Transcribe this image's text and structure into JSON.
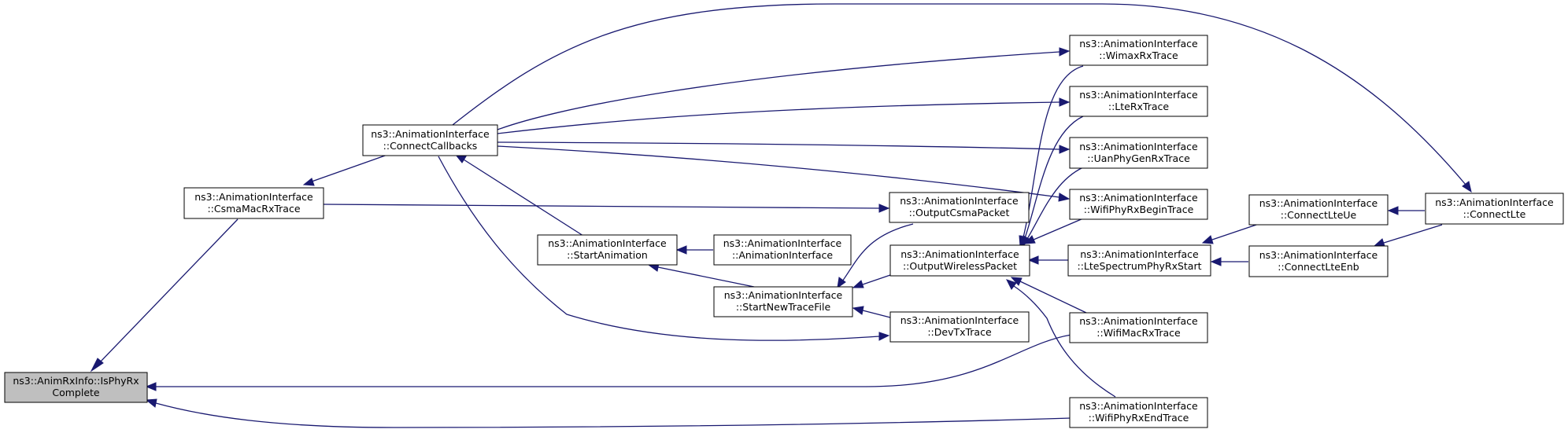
{
  "graph": {
    "nodes": {
      "isphyrx": {
        "l1": "ns3::AnimRxInfo::IsPhyRx",
        "l2": "Complete"
      },
      "csmamacrx": {
        "l1": "ns3::AnimationInterface",
        "l2": "::CsmaMacRxTrace"
      },
      "connectcallbacks": {
        "l1": "ns3::AnimationInterface",
        "l2": "::ConnectCallbacks"
      },
      "startanimation": {
        "l1": "ns3::AnimationInterface",
        "l2": "::StartAnimation"
      },
      "animinterface": {
        "l1": "ns3::AnimationInterface",
        "l2": "::AnimationInterface"
      },
      "startnewtracefile": {
        "l1": "ns3::AnimationInterface",
        "l2": "::StartNewTraceFile"
      },
      "outputcsmapacket": {
        "l1": "ns3::AnimationInterface",
        "l2": "::OutputCsmaPacket"
      },
      "outputwireless": {
        "l1": "ns3::AnimationInterface",
        "l2": "::OutputWirelessPacket"
      },
      "devtxtrace": {
        "l1": "ns3::AnimationInterface",
        "l2": "::DevTxTrace"
      },
      "wimaxrx": {
        "l1": "ns3::AnimationInterface",
        "l2": "::WimaxRxTrace"
      },
      "lterx": {
        "l1": "ns3::AnimationInterface",
        "l2": "::LteRxTrace"
      },
      "uanphygenrx": {
        "l1": "ns3::AnimationInterface",
        "l2": "::UanPhyGenRxTrace"
      },
      "wifiphyrxbegin": {
        "l1": "ns3::AnimationInterface",
        "l2": "::WifiPhyRxBeginTrace"
      },
      "ltespectrum": {
        "l1": "ns3::AnimationInterface",
        "l2": "::LteSpectrumPhyRxStart"
      },
      "wifimacrx": {
        "l1": "ns3::AnimationInterface",
        "l2": "::WifiMacRxTrace"
      },
      "wifiphyrxend": {
        "l1": "ns3::AnimationInterface",
        "l2": "::WifiPhyRxEndTrace"
      },
      "connectlteue": {
        "l1": "ns3::AnimationInterface",
        "l2": "::ConnectLteUe"
      },
      "connectlteenb": {
        "l1": "ns3::AnimationInterface",
        "l2": "::ConnectLteEnb"
      },
      "connectlte": {
        "l1": "ns3::AnimationInterface",
        "l2": "::ConnectLte"
      }
    },
    "edges": [
      {
        "from": "csmamacrx",
        "to": "isphyrx"
      },
      {
        "from": "wifimacrx",
        "to": "isphyrx"
      },
      {
        "from": "wifiphyrxend",
        "to": "isphyrx"
      },
      {
        "from": "connectcallbacks",
        "to": "csmamacrx"
      },
      {
        "from": "csmamacrx",
        "to": "outputcsmapacket"
      },
      {
        "from": "startanimation",
        "to": "connectcallbacks"
      },
      {
        "from": "connectcallbacks",
        "to": "wimaxrx"
      },
      {
        "from": "connectcallbacks",
        "to": "lterx"
      },
      {
        "from": "connectcallbacks",
        "to": "uanphygenrx"
      },
      {
        "from": "connectcallbacks",
        "to": "wifiphyrxbegin"
      },
      {
        "from": "connectcallbacks",
        "to": "connectlte"
      },
      {
        "from": "connectcallbacks",
        "to": "devtxtrace"
      },
      {
        "from": "animinterface",
        "to": "startanimation"
      },
      {
        "from": "startnewtracefile",
        "to": "startanimation"
      },
      {
        "from": "outputcsmapacket",
        "to": "startnewtracefile"
      },
      {
        "from": "outputwireless",
        "to": "startnewtracefile"
      },
      {
        "from": "devtxtrace",
        "to": "startnewtracefile"
      },
      {
        "from": "wimaxrx",
        "to": "outputwireless"
      },
      {
        "from": "lterx",
        "to": "outputwireless"
      },
      {
        "from": "uanphygenrx",
        "to": "outputwireless"
      },
      {
        "from": "wifiphyrxbegin",
        "to": "outputwireless"
      },
      {
        "from": "ltespectrum",
        "to": "outputwireless"
      },
      {
        "from": "wifimacrx",
        "to": "outputwireless"
      },
      {
        "from": "wifiphyrxend",
        "to": "outputwireless"
      },
      {
        "from": "connectlteue",
        "to": "ltespectrum"
      },
      {
        "from": "connectlteenb",
        "to": "ltespectrum"
      },
      {
        "from": "connectlte",
        "to": "connectlteue"
      },
      {
        "from": "connectlte",
        "to": "connectlteenb"
      }
    ],
    "colors": {
      "edge": "#191970",
      "root_fill": "#bfbfbf",
      "node_fill": "#ffffff",
      "border": "#000000"
    }
  }
}
